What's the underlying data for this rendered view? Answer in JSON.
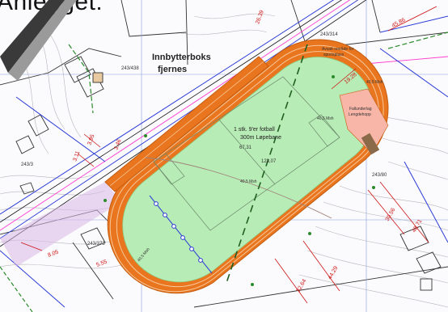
{
  "header_title": "Anlegget:",
  "labels": {
    "box_removal": "Innbytterboks",
    "box_removal_2": "fjernes",
    "field_line1": "1 stk. 9'er fotball",
    "field_line2": "300m Løpebane",
    "reserved_line1": "Avsatt område for",
    "reserved_line2": "sportsplass",
    "jump_line1": "Fallunderlag",
    "jump_line2": "Lengdehopp",
    "inner_len_a": "67,31",
    "inner_len_b": "123,07",
    "track_label_a": "40,5 Msh",
    "track_label_b": "40,5 Msh",
    "track_label_c": "40,5 Msh",
    "track_label_d": "40,5 Msh"
  },
  "properties": [
    "243/438",
    "243/314",
    "243/373",
    "243/80",
    "243/3"
  ],
  "dimensions": [
    "45.86",
    "19.28",
    "30.56",
    "48.71",
    "32.64",
    "44.29",
    "26.39",
    "3.11",
    "3.95",
    "5.55",
    "8.05",
    "3.46"
  ],
  "colors": {
    "field": "#b8ecb6",
    "track": "#e9761e",
    "dimension": "#cc1414",
    "blue_line": "#2a3bd6",
    "green_dash": "#2a8a2a",
    "jump_area": "#f7b6a8"
  }
}
